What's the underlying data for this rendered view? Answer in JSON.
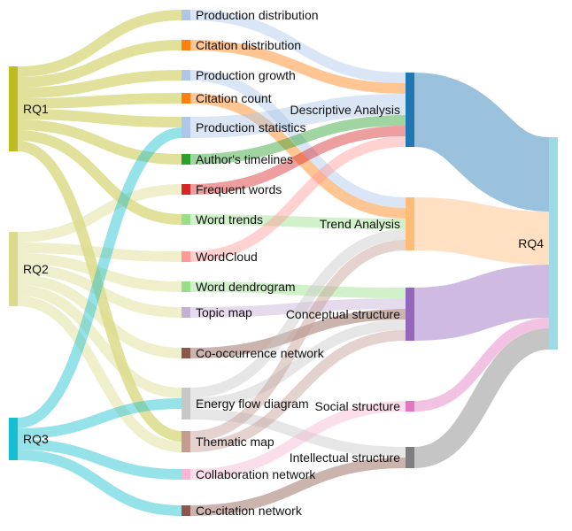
{
  "sankey": {
    "nodes": [
      {
        "id": "RQ1",
        "label": "RQ1",
        "color": "#bcbd22"
      },
      {
        "id": "RQ2",
        "label": "RQ2",
        "color": "#dbdb8d"
      },
      {
        "id": "RQ3",
        "label": "RQ3",
        "color": "#17becf"
      },
      {
        "id": "prod_dist",
        "label": "Production distribution",
        "color": "#aec7e8"
      },
      {
        "id": "cit_dist",
        "label": "Citation distribution",
        "color": "#ff7f0e"
      },
      {
        "id": "prod_growth",
        "label": "Production growth",
        "color": "#aec7e8"
      },
      {
        "id": "cit_count",
        "label": "Citation count",
        "color": "#ff7f0e"
      },
      {
        "id": "prod_stats",
        "label": "Production statistics",
        "color": "#aec7e8"
      },
      {
        "id": "author_tl",
        "label": "Author's timelines",
        "color": "#2ca02c"
      },
      {
        "id": "freq_words",
        "label": "Frequent words",
        "color": "#d62728"
      },
      {
        "id": "word_trends",
        "label": "Word trends",
        "color": "#98df8a"
      },
      {
        "id": "wordcloud",
        "label": "WordCloud",
        "color": "#ff9896"
      },
      {
        "id": "word_dendro",
        "label": "Word dendrogram",
        "color": "#98df8a"
      },
      {
        "id": "topic_map",
        "label": "Topic map",
        "color": "#c5b0d5"
      },
      {
        "id": "cooc_net",
        "label": "Co-occurrence network",
        "color": "#8c564b"
      },
      {
        "id": "energy_flow",
        "label": "Energy flow diagram",
        "color": "#c7c7c7"
      },
      {
        "id": "thematic_map",
        "label": "Thematic map",
        "color": "#c49c94"
      },
      {
        "id": "collab_net",
        "label": "Collaboration network",
        "color": "#f7b6d2"
      },
      {
        "id": "cocit_net",
        "label": "Co-citation network",
        "color": "#8c564b"
      },
      {
        "id": "desc",
        "label": "Descriptive Analysis",
        "color": "#1f77b4"
      },
      {
        "id": "trend",
        "label": "Trend Analysis",
        "color": "#ffbb78"
      },
      {
        "id": "concept",
        "label": "Conceptual structure",
        "color": "#9467bd"
      },
      {
        "id": "social",
        "label": "Social structure",
        "color": "#e377c2"
      },
      {
        "id": "intel",
        "label": "Intellectual structure",
        "color": "#7f7f7f"
      },
      {
        "id": "RQ4",
        "label": "RQ4",
        "color": "#9edae5"
      }
    ],
    "links": [
      {
        "source": "RQ1",
        "target": "prod_dist",
        "value": 1
      },
      {
        "source": "RQ1",
        "target": "cit_dist",
        "value": 1
      },
      {
        "source": "RQ1",
        "target": "prod_growth",
        "value": 1
      },
      {
        "source": "RQ1",
        "target": "cit_count",
        "value": 1
      },
      {
        "source": "RQ1",
        "target": "prod_stats",
        "value": 1
      },
      {
        "source": "RQ1",
        "target": "author_tl",
        "value": 1
      },
      {
        "source": "RQ1",
        "target": "word_trends",
        "value": 1
      },
      {
        "source": "RQ1",
        "target": "thematic_map",
        "value": 1
      },
      {
        "source": "RQ2",
        "target": "freq_words",
        "value": 1
      },
      {
        "source": "RQ2",
        "target": "wordcloud",
        "value": 1
      },
      {
        "source": "RQ2",
        "target": "word_dendro",
        "value": 1
      },
      {
        "source": "RQ2",
        "target": "topic_map",
        "value": 1
      },
      {
        "source": "RQ2",
        "target": "cooc_net",
        "value": 1
      },
      {
        "source": "RQ2",
        "target": "energy_flow",
        "value": 1
      },
      {
        "source": "RQ2",
        "target": "thematic_map",
        "value": 1
      },
      {
        "source": "RQ3",
        "target": "prod_stats",
        "value": 1
      },
      {
        "source": "RQ3",
        "target": "energy_flow",
        "value": 1
      },
      {
        "source": "RQ3",
        "target": "collab_net",
        "value": 1
      },
      {
        "source": "RQ3",
        "target": "cocit_net",
        "value": 1
      },
      {
        "source": "prod_dist",
        "target": "desc",
        "value": 1
      },
      {
        "source": "cit_dist",
        "target": "desc",
        "value": 1
      },
      {
        "source": "prod_growth",
        "target": "trend",
        "value": 1
      },
      {
        "source": "cit_count",
        "target": "trend",
        "value": 1
      },
      {
        "source": "prod_stats",
        "target": "desc",
        "value": 2
      },
      {
        "source": "author_tl",
        "target": "desc",
        "value": 1
      },
      {
        "source": "freq_words",
        "target": "desc",
        "value": 1
      },
      {
        "source": "word_trends",
        "target": "trend",
        "value": 1
      },
      {
        "source": "wordcloud",
        "target": "desc",
        "value": 1
      },
      {
        "source": "word_dendro",
        "target": "concept",
        "value": 1
      },
      {
        "source": "topic_map",
        "target": "concept",
        "value": 1
      },
      {
        "source": "cooc_net",
        "target": "concept",
        "value": 1
      },
      {
        "source": "energy_flow",
        "target": "trend",
        "value": 1
      },
      {
        "source": "energy_flow",
        "target": "concept",
        "value": 1
      },
      {
        "source": "energy_flow",
        "target": "intel",
        "value": 1
      },
      {
        "source": "thematic_map",
        "target": "concept",
        "value": 1
      },
      {
        "source": "thematic_map",
        "target": "trend",
        "value": 1
      },
      {
        "source": "collab_net",
        "target": "social",
        "value": 1
      },
      {
        "source": "cocit_net",
        "target": "intel",
        "value": 1
      },
      {
        "source": "desc",
        "target": "RQ4",
        "value": 7
      },
      {
        "source": "trend",
        "target": "RQ4",
        "value": 5
      },
      {
        "source": "concept",
        "target": "RQ4",
        "value": 5
      },
      {
        "source": "social",
        "target": "RQ4",
        "value": 1
      },
      {
        "source": "intel",
        "target": "RQ4",
        "value": 2
      }
    ]
  }
}
